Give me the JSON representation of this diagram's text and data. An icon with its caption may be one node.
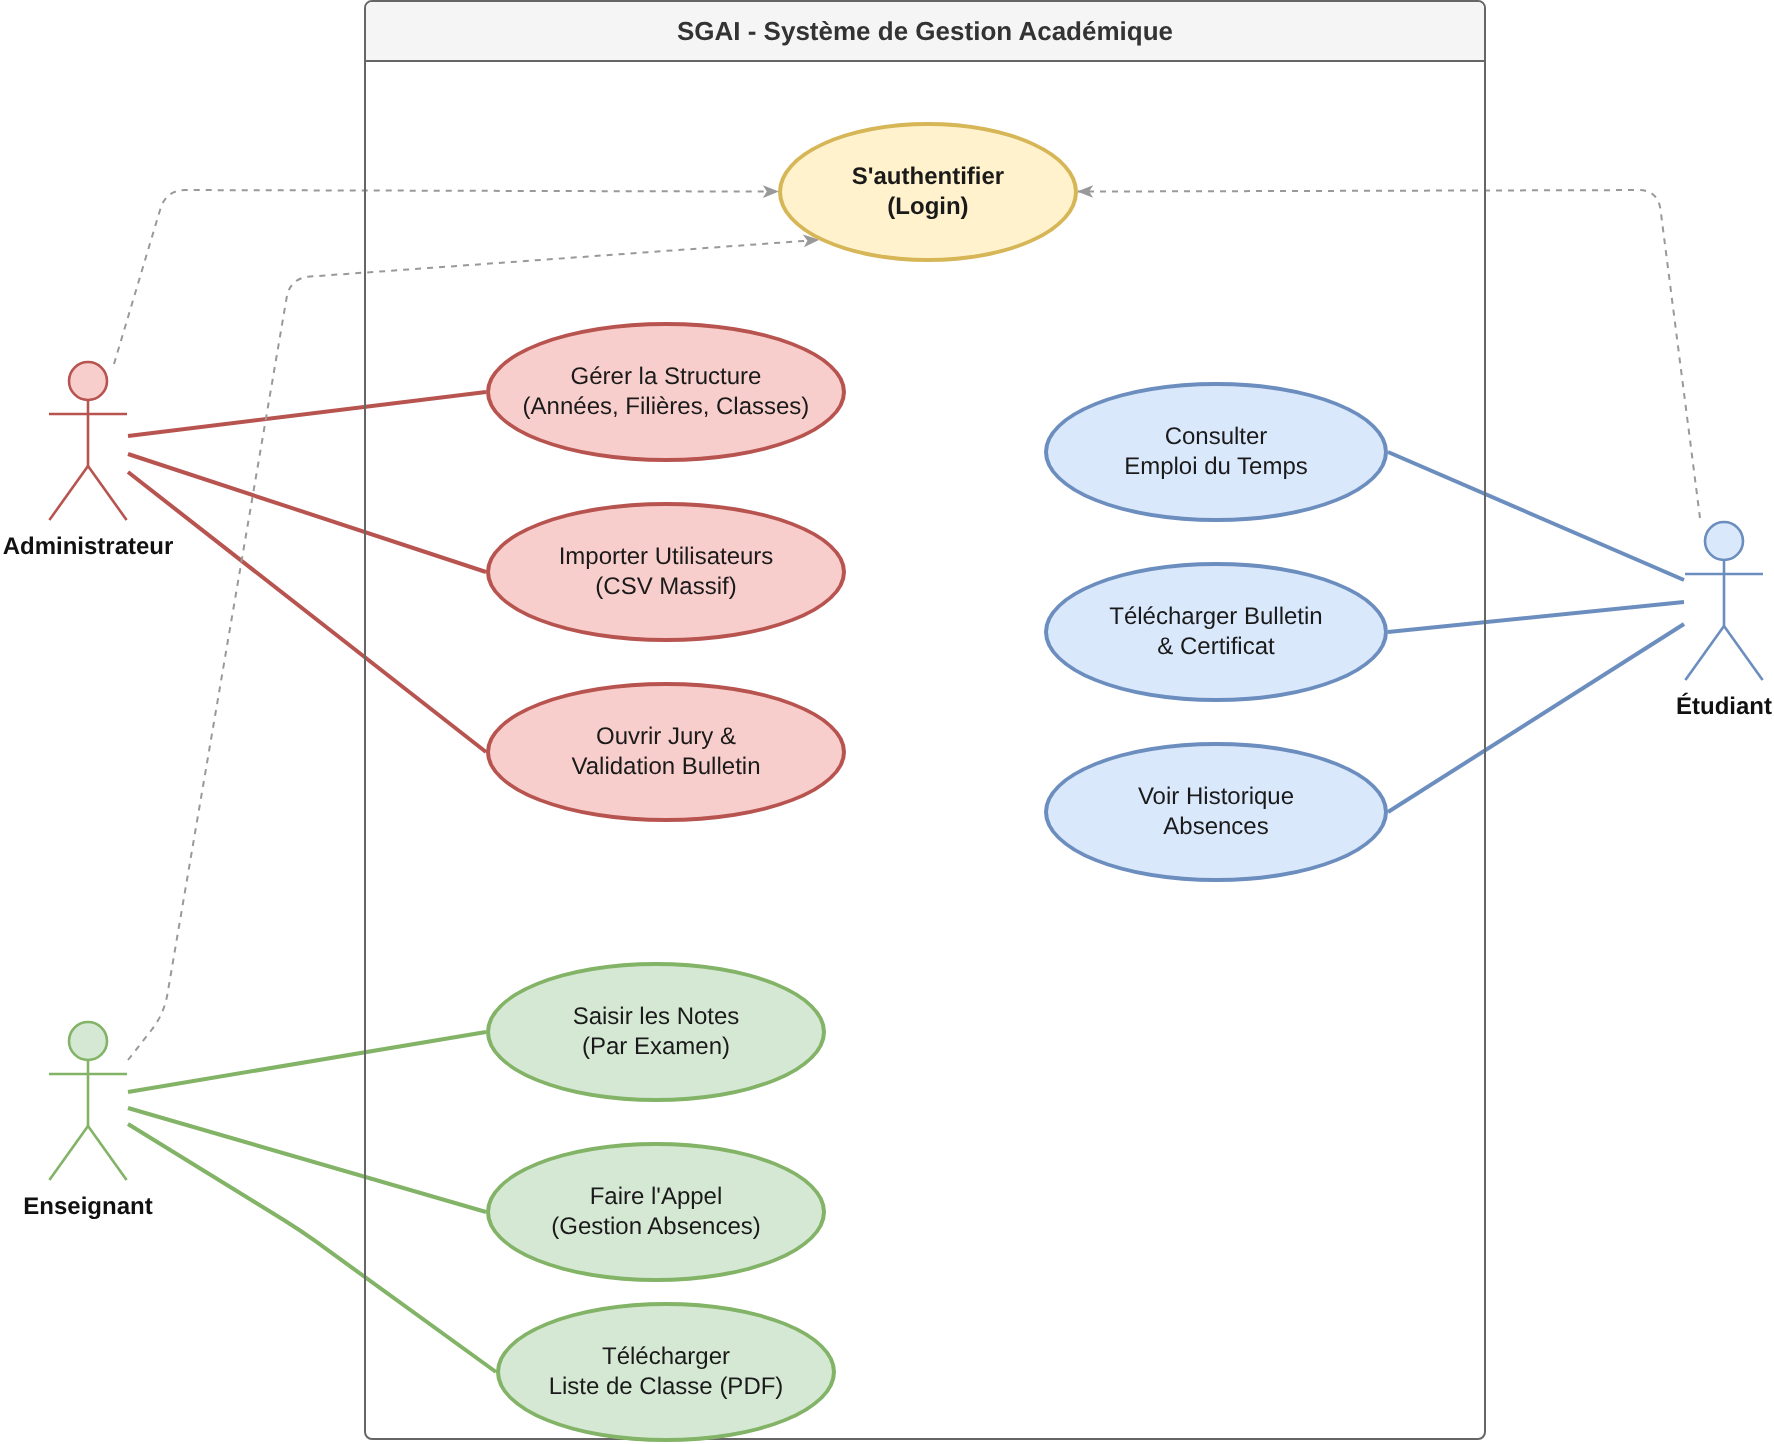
{
  "diagram": {
    "nodes": [
      {
        "text": [
          "SGAI - Système de Gestion Académique"
        ]
      },
      {
        "text": [
          "S'authentifier (Login)"
        ],
        "in": 0
      },
      {
        "text": [
          "Administrateur"
        ]
      },
      {
        "text": [
          "Gérer la Structure (Années, Filières, Classes)"
        ],
        "in": 0
      },
      {
        "text": [
          "Importer Utilisateurs (CSV Massif)"
        ],
        "in": 0
      },
      {
        "text": [
          "Ouvrir Jury & Validation Bulletin"
        ],
        "in": 0
      },
      {
        "text": [
          "Consulter Emploi du Temps"
        ],
        "in": 0
      },
      {
        "text": [
          "Télécharger Bulletin & Certificat"
        ],
        "in": 0
      },
      {
        "text": [
          "Voir Historique Absences"
        ],
        "in": 0
      },
      {
        "text": [
          "Étudiant"
        ]
      },
      {
        "text": [
          "Enseignant"
        ]
      },
      {
        "text": [
          "Saisir les Notes (Par Examen)"
        ],
        "in": 0
      },
      {
        "text": [
          "Faire l'Appel (Gestion Absences)"
        ],
        "in": 0
      },
      {
        "text": [
          "Télécharger Liste de Classe (PDF)"
        ],
        "in": 0
      }
    ],
    "edges": [
      {
        "from": 2,
        "to": 1,
        "arrow": "to",
        "style": "dashed",
        "color": "#999999"
      },
      {
        "from": 2,
        "to": 3,
        "arrow": "none",
        "color": "#b85450"
      },
      {
        "from": 2,
        "to": 4,
        "arrow": "none",
        "color": "#b85450"
      },
      {
        "from": 2,
        "to": 5,
        "arrow": "none",
        "color": "#b85450"
      },
      {
        "from": 9,
        "to": 1,
        "arrow": "to",
        "style": "dashed",
        "color": "#999999"
      },
      {
        "from": 9,
        "to": 6,
        "arrow": "none",
        "color": "#6c8ebf"
      },
      {
        "from": 9,
        "to": 7,
        "arrow": "none",
        "color": "#6c8ebf"
      },
      {
        "from": 9,
        "to": 8,
        "arrow": "none",
        "color": "#6c8ebf"
      },
      {
        "from": 10,
        "to": 1,
        "arrow": "to",
        "style": "dashed",
        "color": "#999999"
      },
      {
        "from": 10,
        "to": 11,
        "arrow": "none",
        "color": "#82b366"
      },
      {
        "from": 10,
        "to": 12,
        "arrow": "none",
        "color": "#82b366"
      },
      {
        "from": 10,
        "to": 13,
        "arrow": "none",
        "color": "#82b366"
      }
    ]
  }
}
